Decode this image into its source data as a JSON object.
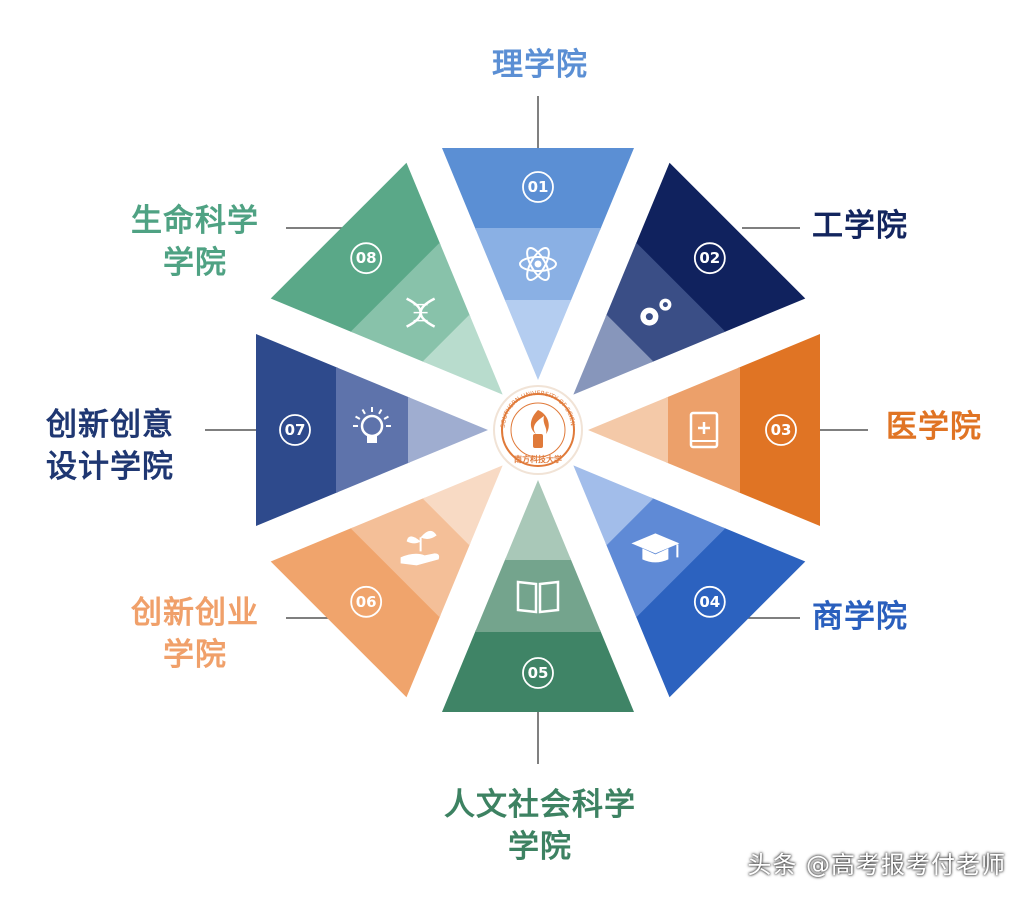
{
  "center_logo": {
    "arc_text": "SOUTHERN UNIVERSITY OF SCIENCE AND TECHNOLOGY",
    "name_cn": "南方科技大学"
  },
  "segments": [
    {
      "number": "01",
      "lines": [
        "理学院"
      ],
      "icon": "atom-icon",
      "colors": [
        "#5b8fd4",
        "#8ab0e4",
        "#b4cdf0"
      ],
      "label_color": "#5b8fd4"
    },
    {
      "number": "02",
      "lines": [
        "工学院"
      ],
      "icon": "gears-icon",
      "colors": [
        "#10225e",
        "#3a4e86",
        "#8796bb"
      ],
      "label_color": "#13255e"
    },
    {
      "number": "03",
      "lines": [
        "医学院"
      ],
      "icon": "medical-book-icon",
      "colors": [
        "#e07424",
        "#eca06a",
        "#f4c9a8"
      ],
      "label_color": "#e07424"
    },
    {
      "number": "04",
      "lines": [
        "商学院"
      ],
      "icon": "graduation-cap-icon",
      "colors": [
        "#2c62bf",
        "#5f8ad6",
        "#a2bdea"
      ],
      "label_color": "#2a5fbd"
    },
    {
      "number": "05",
      "lines": [
        "人文社会科学",
        "学院"
      ],
      "icon": "open-book-icon",
      "colors": [
        "#3f8466",
        "#74a48d",
        "#a9c8b8"
      ],
      "label_color": "#3d8262"
    },
    {
      "number": "06",
      "lines": [
        "创新创业",
        "学院"
      ],
      "icon": "sprout-hand-icon",
      "colors": [
        "#f0a46c",
        "#f4bf98",
        "#f8dac4"
      ],
      "label_color": "#f0a06a"
    },
    {
      "number": "07",
      "lines": [
        "创新创意",
        "设计学院"
      ],
      "icon": "lightbulb-icon",
      "colors": [
        "#2e4a8c",
        "#5e73ab",
        "#9fadd0"
      ],
      "label_color": "#1f3772"
    },
    {
      "number": "08",
      "lines": [
        "生命科学",
        "学院"
      ],
      "icon": "dna-icon",
      "colors": [
        "#5aa888",
        "#88c2aa",
        "#b8dccd"
      ],
      "label_color": "#4fa283"
    }
  ],
  "watermark": "头条 @高考报考付老师"
}
